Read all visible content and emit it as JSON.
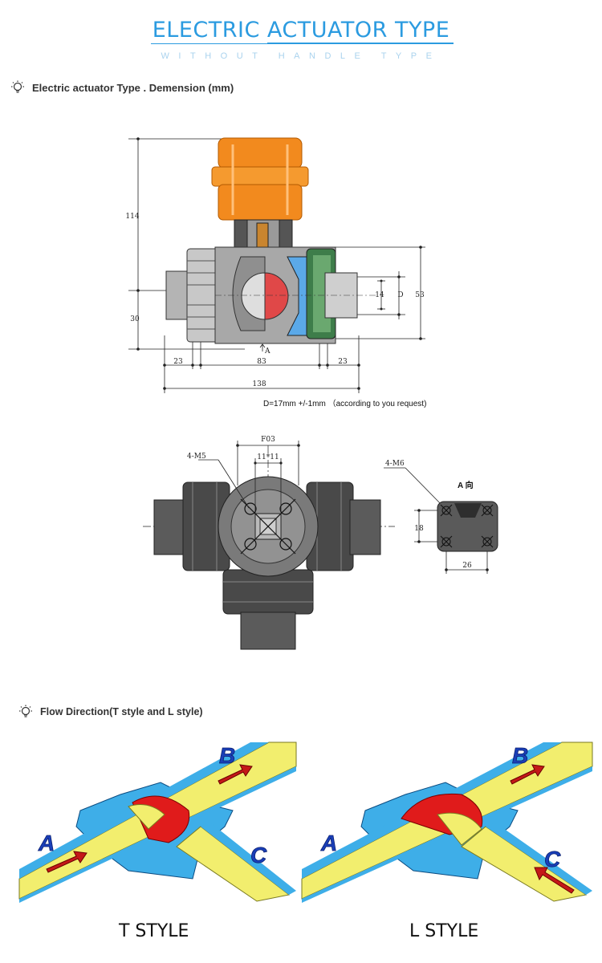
{
  "header": {
    "title": "ELECTRIC ACTUATOR TYPE",
    "subtitle": "WITHOUT HANDLE TYPE"
  },
  "section_dimension": {
    "heading": "Electric actuator Type . Demension (mm)",
    "icon": "lightbulb-icon",
    "dims": {
      "height_top": "114",
      "height_bottom": "30",
      "left_end": "23",
      "center_len": "83",
      "right_end": "23",
      "total_len": "138",
      "inner_d": "14",
      "d_label": "D",
      "outer_h": "53",
      "a_mark": "A"
    },
    "request_note": "D=17mm +/-1mm （according to you request)"
  },
  "section_mount": {
    "flange": "F03",
    "square": "11*11",
    "bolt_label_left": "4-M5",
    "bolt_label_right": "4-M6",
    "view_a": "A 向",
    "pad_height": "18",
    "pad_width": "26"
  },
  "section_flow": {
    "heading": "Flow Direction(T style and L style)",
    "icon": "lightbulb-icon",
    "t_style": {
      "caption": "T STYLE",
      "a": "A",
      "b": "B",
      "c": "C"
    },
    "l_style": {
      "caption": "L STYLE",
      "a": "A",
      "b": "B",
      "c": "C"
    }
  },
  "colors": {
    "accent_blue": "#2b9be0",
    "actuator_orange": "#f28a1e",
    "pipe_yellow": "#f2ee6e",
    "body_blue": "#3eaee8",
    "ball_red": "#e01b1b",
    "arrow_red": "#c41818"
  }
}
